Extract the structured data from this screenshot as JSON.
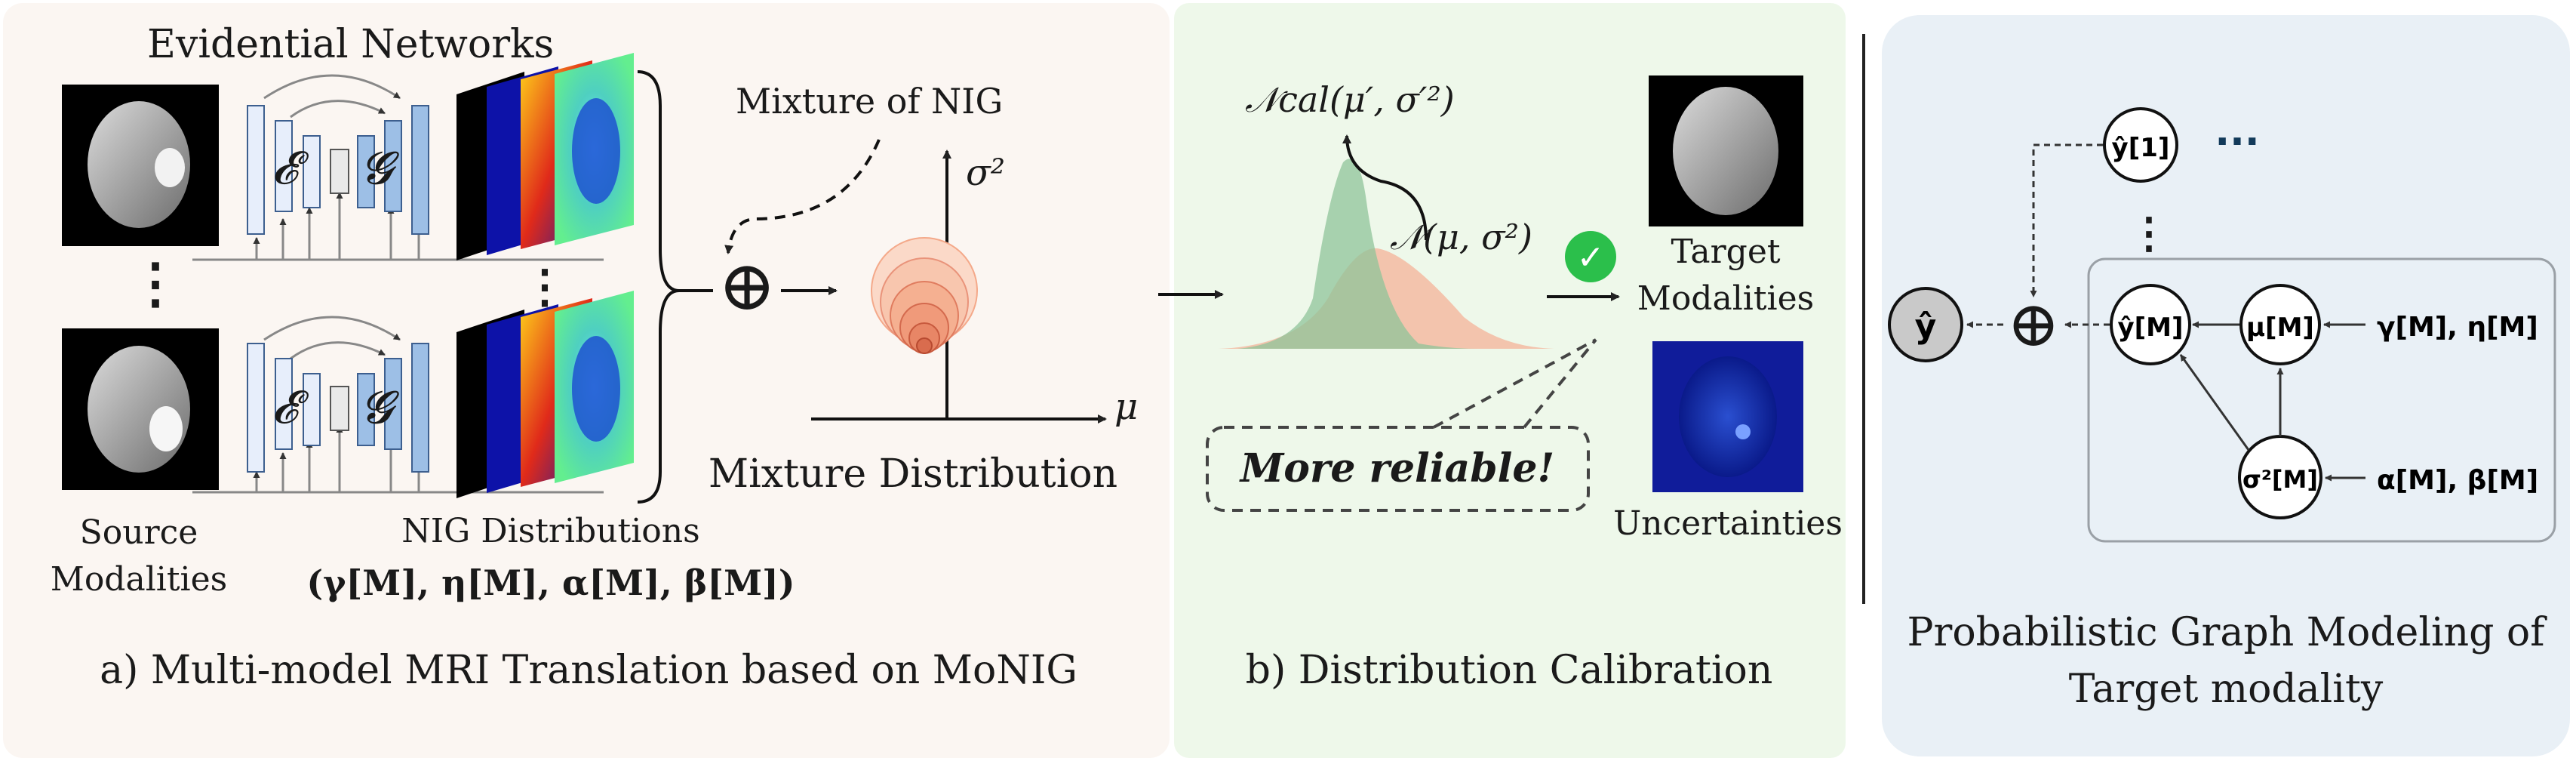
{
  "colors": {
    "panel_a_bg": "#fbf6f2",
    "panel_b_bg": "#eef8ea",
    "panel_c_bg": "#e9f0f6",
    "encoder_fill": "#e7eefb",
    "decoder_fill": "#9dbfe6",
    "distribution_fill": "#f4a98a",
    "calibrated_fill": "#8fc49a",
    "reliable_text": "#3f7a1f",
    "check_green": "#2bbf4b",
    "observed_node": "#c9c9c9"
  },
  "panel_a": {
    "title": "Evidential Networks",
    "encoder_symbol": "𝓔",
    "decoder_symbol": "𝓖",
    "vertical_dots": "⋮",
    "source_label_line1": "Source",
    "source_label_line2": "Modalities",
    "nig_label": "NIG Distributions",
    "nig_params": "(𝛄[M], 𝛈[M], 𝛂[M], 𝛃[M])",
    "mixture_label": "Mixture of NIG",
    "oplus": "⊕",
    "axis_y": "σ²",
    "axis_x": "μ",
    "mixture_dist_label": "Mixture Distribution",
    "caption": "a) Multi-model MRI Translation based on MoNIG"
  },
  "panel_b": {
    "ncal_label": "𝒩cal(μ′, σ′²)",
    "n_label": "𝒩(μ, σ²)",
    "check": "✓",
    "reliable": "More reliable!",
    "target_line1": "Target",
    "target_line2": "Modalities",
    "uncert_label": "Uncertainties",
    "caption": "b) Distribution Calibration"
  },
  "panel_c": {
    "y_hat": "ŷ",
    "y1": "ŷ[1]",
    "dots_h": "···",
    "dots_v": "⋮",
    "yM": "ŷ[M]",
    "muM": "μ[M]",
    "sigmaM": "σ²[M]",
    "gamma_eta": "γ[M], η[M]",
    "alpha_beta": "α[M], β[M]",
    "oplus": "⊕",
    "caption_line1": "Probabilistic Graph Modeling of",
    "caption_line2": "Target modality"
  }
}
